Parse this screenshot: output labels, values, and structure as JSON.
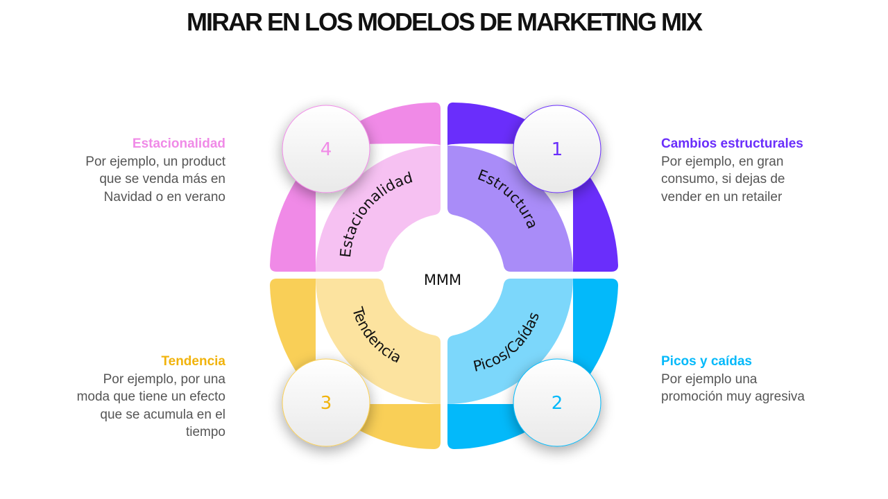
{
  "title": "MIRAR EN LOS MODELOS DE MARKETING MIX",
  "center_label": "MMM",
  "colors": {
    "structure_outer": "#6A2EFB",
    "structure_inner": "#A98CF8",
    "peaks_outer": "#03B9FA",
    "peaks_inner": "#7CD7FB",
    "trend_outer": "#F9CF57",
    "trend_inner": "#FCE39F",
    "seasonality_outer": "#F08AE7",
    "seasonality_inner": "#F6C1F2"
  },
  "quadrants": {
    "structure": {
      "number": "1",
      "arc_label": "Estructura",
      "heading": "Cambios estructurales",
      "body": "Por ejemplo, en gran consumo, si dejas de vender en un retailer"
    },
    "peaks": {
      "number": "2",
      "arc_label": "Picos/Caídas",
      "heading": "Picos y caídas",
      "body": "Por ejemplo una promoción muy agresiva"
    },
    "trend": {
      "number": "3",
      "arc_label": "Tendencia",
      "heading": "Tendencia",
      "body": "Por ejemplo, por una moda que tiene un efecto que se acumula en el tiempo"
    },
    "seasonality": {
      "number": "4",
      "arc_label": "Estacionalidad",
      "heading": "Estacionalidad",
      "body": "Por ejemplo, un product que se venda más en Navidad o en verano"
    }
  }
}
